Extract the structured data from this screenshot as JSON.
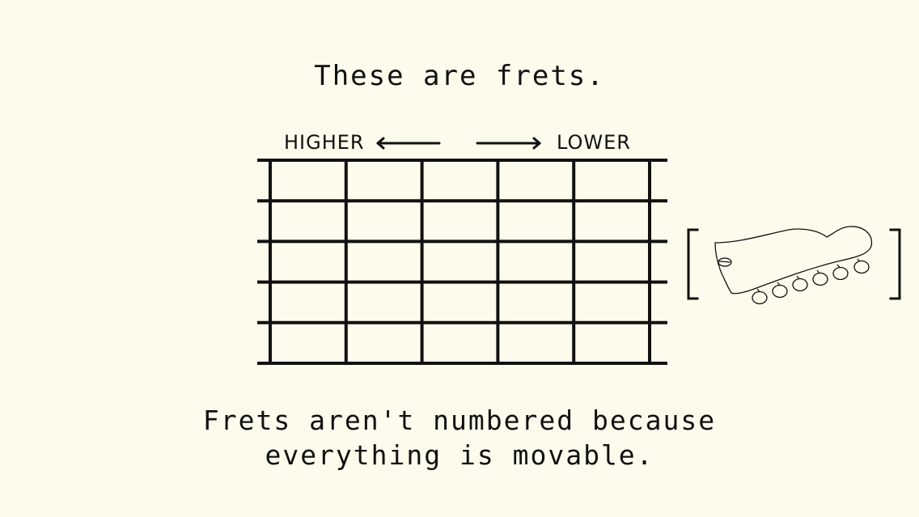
{
  "title": "These are frets.",
  "direction": {
    "higher_label": "HIGHER",
    "lower_label": "LOWER"
  },
  "fretboard": {
    "strings": 6,
    "frets": 6
  },
  "caption": {
    "line1": "Frets aren't numbered because",
    "line2": "everything is movable."
  },
  "colors": {
    "background": "#fcfbec",
    "ink": "#111111"
  }
}
